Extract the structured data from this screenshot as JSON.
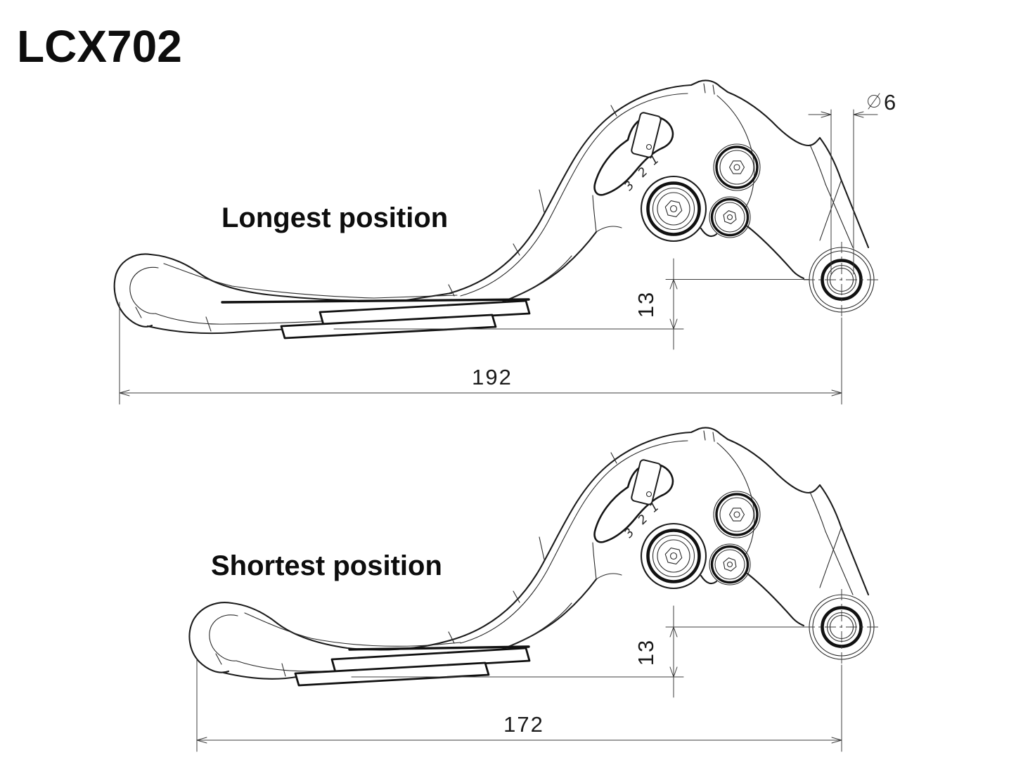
{
  "title": "LCX702",
  "colors": {
    "background": "#ffffff",
    "line": "#1c1c1c",
    "text": "#0d0d0d"
  },
  "drawings": [
    {
      "label": "Longest position",
      "overall_length_mm": "192",
      "pivot_offset_mm": "13"
    },
    {
      "label": "Shortest position",
      "overall_length_mm": "172",
      "pivot_offset_mm": "13"
    }
  ],
  "pivot_bore": {
    "symbol": "⌀",
    "value": "6"
  },
  "adjuster_dial_marks": [
    "3",
    "2",
    "1"
  ]
}
